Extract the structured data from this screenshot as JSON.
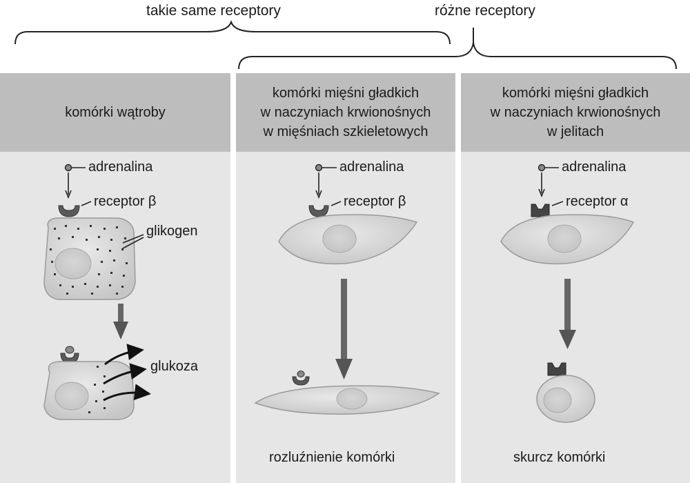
{
  "top": {
    "same": "takie same receptory",
    "different": "różne receptory"
  },
  "panels": [
    {
      "header": [
        "komórki wątroby"
      ],
      "ligand": "adrenalina",
      "receptor": "receptor β",
      "extra": "glikogen",
      "product": "glukoza",
      "caption": ""
    },
    {
      "header": [
        "komórki mięśni gładkich",
        "w naczyniach krwionośnych",
        "w mięśniach szkieletowych"
      ],
      "ligand": "adrenalina",
      "receptor": "receptor β",
      "caption": "rozluźnienie komórki"
    },
    {
      "header": [
        "komórki mięśni gładkich",
        "w naczyniach krwionośnych",
        "w jelitach"
      ],
      "ligand": "adrenalina",
      "receptor": "receptor α",
      "caption": "skurcz komórki"
    }
  ],
  "colors": {
    "header_bg": "#bdbdbd",
    "panel_bg": "#e6e6e6",
    "receptor": "#4a4a4a",
    "cell": "#d4d4d4"
  }
}
